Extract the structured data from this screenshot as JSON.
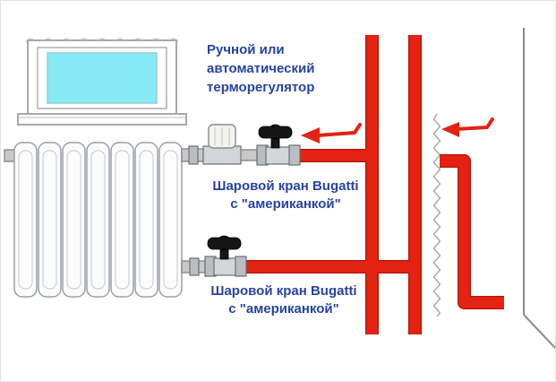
{
  "labels": {
    "thermostat_lines": [
      "Ручной или",
      "автоматический",
      "терморегулятор"
    ],
    "valve_top_lines": [
      "Шаровой кран Bugatti",
      "с \"американкой\""
    ],
    "valve_bottom_lines": [
      "Шаровой кран Bugatti",
      "с \"американкой\""
    ]
  },
  "icons": {
    "flow_arrow_left": "←"
  },
  "colors": {
    "pipe_red": "#e42313",
    "pipe_red_dark": "#b31405",
    "label_blue": "#2743a6",
    "glass_cyan": "#87e9f3"
  }
}
